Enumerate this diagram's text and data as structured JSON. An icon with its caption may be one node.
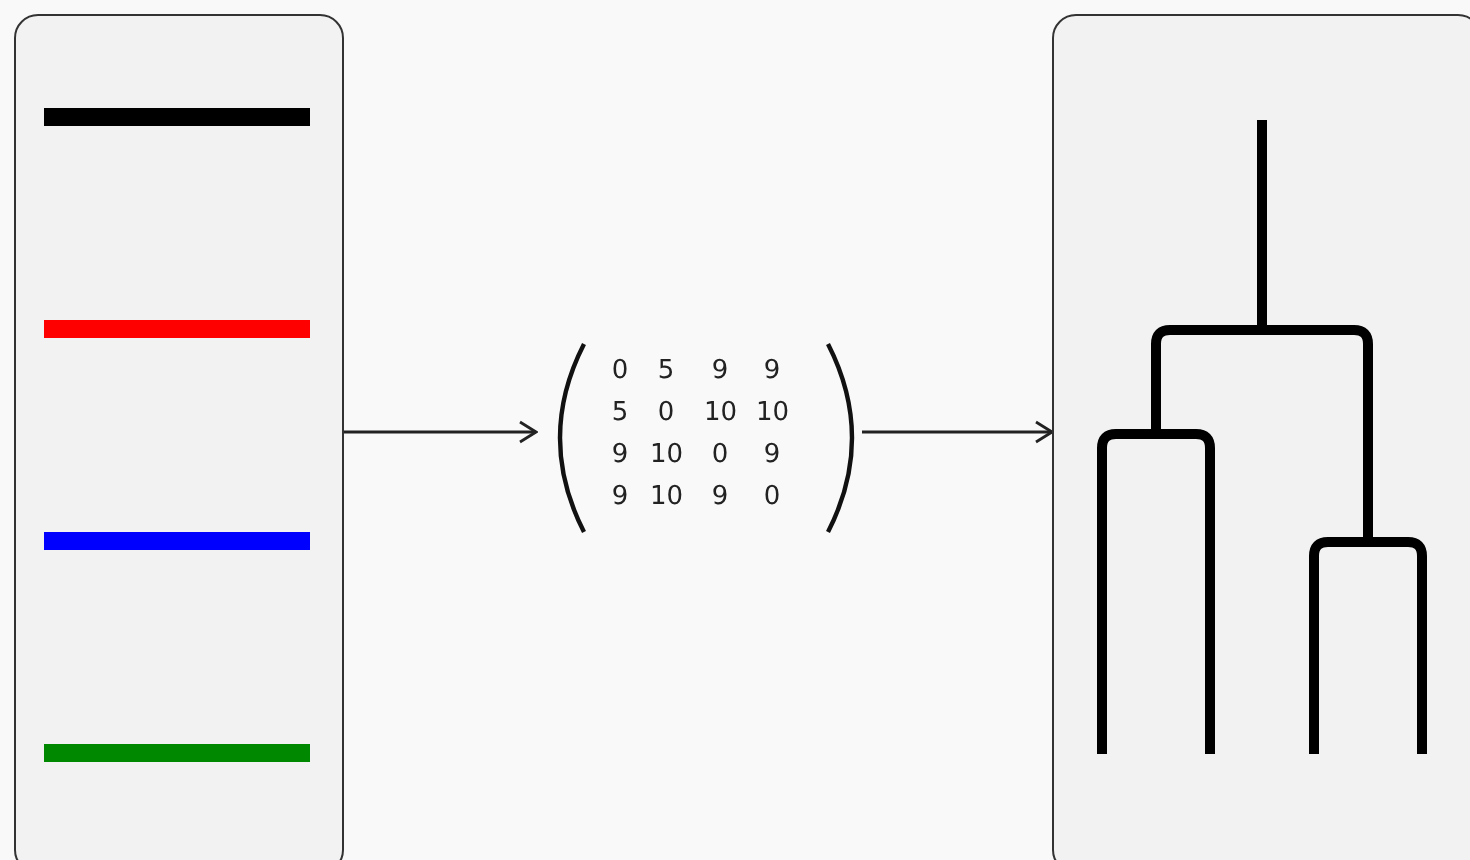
{
  "diagram": {
    "nodes": [
      {
        "text": [],
        "shape": "box"
      },
      {
        "text": [
          "0 5 9 9",
          "5 0 10 10",
          "9 10 0 9",
          "9 10 9 0"
        ]
      },
      {
        "text": [],
        "shape": "box"
      }
    ],
    "edges": [
      {
        "from": 0,
        "to": 1,
        "arrow": "to"
      },
      {
        "from": 1,
        "to": 2,
        "arrow": "to"
      }
    ]
  }
}
